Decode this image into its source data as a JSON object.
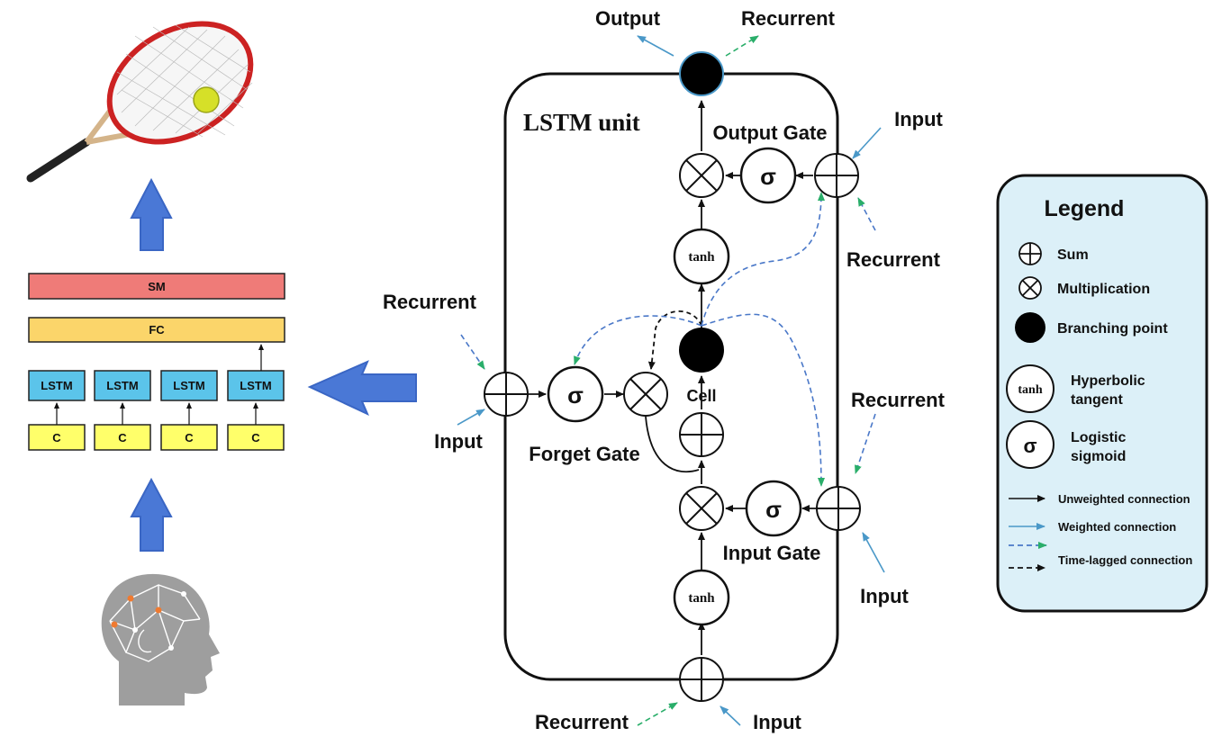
{
  "pipeline": {
    "sm_label": "SM",
    "fc_label": "FC",
    "lstm_labels": [
      "LSTM",
      "LSTM",
      "LSTM",
      "LSTM"
    ],
    "c_labels": [
      "C",
      "C",
      "C",
      "C"
    ]
  },
  "lstm_unit": {
    "title": "LSTM unit",
    "output_label": "Output",
    "output_recurrent_label": "Recurrent",
    "output_gate_label": "Output Gate",
    "output_gate_input_label": "Input",
    "output_gate_recurrent_label": "Recurrent",
    "forget_recurrent_label": "Recurrent",
    "forget_input_label": "Input",
    "forget_gate_label": "Forget Gate",
    "cell_label": "Cell",
    "input_gate_recurrent_label": "Recurrent",
    "input_gate_label": "Input Gate",
    "input_gate_input_label": "Input",
    "bottom_recurrent_label": "Recurrent",
    "bottom_input_label": "Input",
    "sigma_symbol": "σ",
    "tanh_symbol": "tanh"
  },
  "legend": {
    "title": "Legend",
    "sum": "Sum",
    "multiplication": "Multiplication",
    "branching_point": "Branching point",
    "tanh_line1": "Hyperbolic",
    "tanh_line2": "tangent",
    "sigmoid_line1": "Logistic",
    "sigmoid_line2": "sigmoid",
    "unweighted": "Unweighted connection",
    "weighted": "Weighted connection",
    "time_lagged": "Time-lagged connection"
  },
  "colors": {
    "sm_box": "#ef7b78",
    "fc_box": "#fbd56a",
    "lstm_box": "#5bc4ea",
    "c_box": "#ffff6a",
    "big_arrow": "#4a78d6",
    "weighted_line": "#4a98c8",
    "recurrent_dash_green": "#2aae6a",
    "recurrent_dash_blue": "#4a78c8",
    "legend_bg": "#dcf0f8"
  }
}
